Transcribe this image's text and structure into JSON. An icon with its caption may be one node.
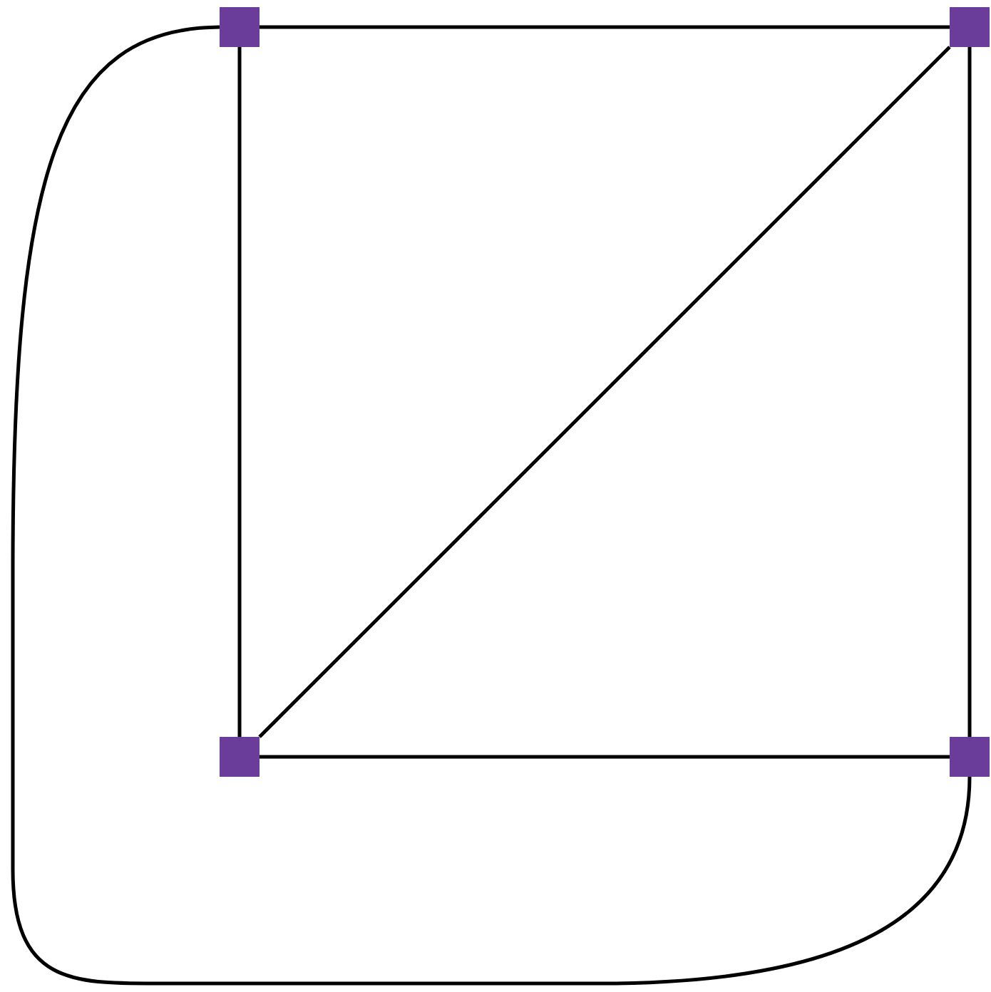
{
  "diagram": {
    "nodes": [
      {
        "text": [],
        "shape": "box"
      },
      {
        "text": [],
        "shape": "box"
      },
      {
        "text": [],
        "shape": "box"
      },
      {
        "text": [],
        "shape": "box"
      }
    ],
    "edges": [
      {
        "from": 0,
        "to": 1,
        "arrow": "none"
      },
      {
        "from": 0,
        "to": 2,
        "arrow": "none"
      },
      {
        "from": 1,
        "to": 3,
        "arrow": "none"
      },
      {
        "from": 2,
        "to": 3,
        "arrow": "none"
      },
      {
        "from": 1,
        "to": 2,
        "arrow": "none"
      },
      {
        "from": 0,
        "to": 3,
        "arrow": "none"
      }
    ]
  }
}
